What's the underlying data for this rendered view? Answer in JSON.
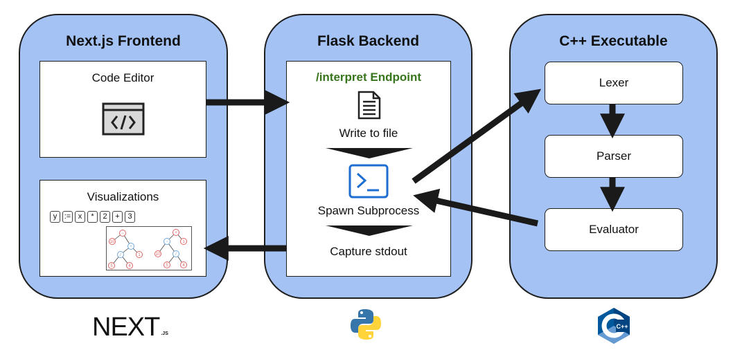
{
  "frontend": {
    "title": "Next.js Frontend",
    "code_editor_label": "Code Editor",
    "visualizations_label": "Visualizations",
    "tokens": [
      "y",
      ":=",
      "x",
      "*",
      "2",
      "+",
      "3"
    ],
    "tree1": [
      "−",
      "10",
      "+",
      "/",
      "1",
      "5",
      "4"
    ],
    "tree2": [
      "+",
      "−",
      "1",
      "10",
      "/",
      "5",
      "4"
    ],
    "logo_text": "NEXT",
    "logo_suffix": ".JS"
  },
  "backend": {
    "title": "Flask Backend",
    "endpoint_label": "/interpret Endpoint",
    "endpoint_color": "#38761d",
    "step1": "Write to file",
    "step2": "Spawn Subprocess",
    "step3": "Capture stdout",
    "logo": "python-logo"
  },
  "cpp": {
    "title": "C++ Executable",
    "lexer": "Lexer",
    "parser": "Parser",
    "evaluator": "Evaluator",
    "logo_text": "C++"
  },
  "colors": {
    "panel": "#a4c2f4",
    "arrow": "#1a1a1a",
    "tree_red": "#e06666",
    "tree_blue": "#6fa8dc"
  }
}
